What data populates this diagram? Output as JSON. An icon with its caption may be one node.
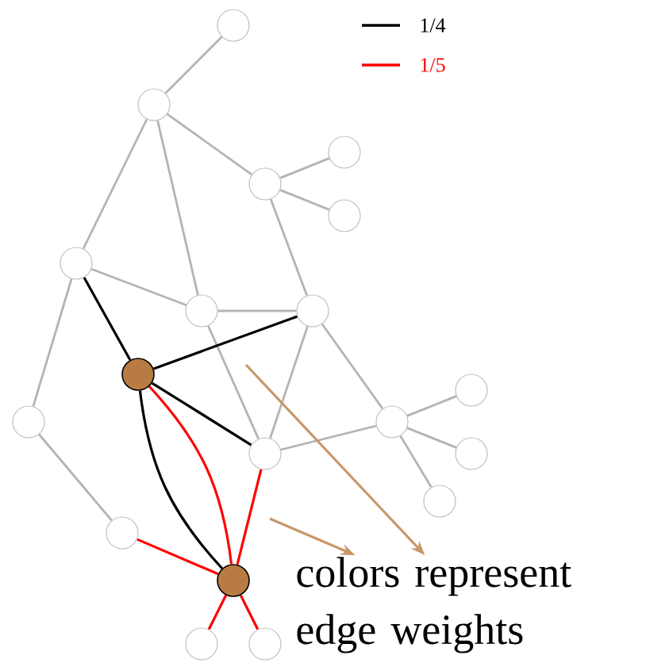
{
  "diagram": {
    "nodes": [
      {
        "text": [],
        "shape": "circle"
      },
      {
        "text": [],
        "shape": "circle"
      },
      {
        "text": [],
        "shape": "circle"
      },
      {
        "text": [],
        "shape": "circle"
      },
      {
        "text": [],
        "shape": "circle"
      },
      {
        "text": [],
        "shape": "circle"
      },
      {
        "text": [],
        "shape": "circle"
      },
      {
        "text": [],
        "shape": "circle"
      },
      {
        "text": [],
        "shape": "circle"
      },
      {
        "text": [],
        "shape": "circle"
      },
      {
        "text": [],
        "shape": "circle"
      },
      {
        "text": [],
        "shape": "circle"
      },
      {
        "text": [],
        "shape": "circle"
      },
      {
        "text": [],
        "shape": "circle"
      },
      {
        "text": [],
        "shape": "circle"
      },
      {
        "text": [],
        "shape": "circle"
      },
      {
        "text": [],
        "shape": "circle"
      },
      {
        "text": [],
        "shape": "circle"
      },
      {
        "text": [],
        "shape": "circle"
      },
      {
        "text": [
          "colors represent edge weights"
        ]
      }
    ],
    "edges": [
      {
        "from": 0,
        "to": 1,
        "arrow": "none"
      },
      {
        "from": 1,
        "to": 5,
        "arrow": "none"
      },
      {
        "from": 1,
        "to": 6,
        "arrow": "none"
      },
      {
        "from": 1,
        "to": 2,
        "arrow": "none"
      },
      {
        "from": 2,
        "to": 3,
        "arrow": "none"
      },
      {
        "from": 2,
        "to": 4,
        "arrow": "none"
      },
      {
        "from": 2,
        "to": 7,
        "arrow": "none"
      },
      {
        "from": 5,
        "to": 6,
        "arrow": "none"
      },
      {
        "from": 5,
        "to": 9,
        "arrow": "none"
      },
      {
        "from": 6,
        "to": 7,
        "arrow": "none"
      },
      {
        "from": 6,
        "to": 13,
        "arrow": "none"
      },
      {
        "from": 7,
        "to": 13,
        "arrow": "none"
      },
      {
        "from": 7,
        "to": 10,
        "arrow": "none"
      },
      {
        "from": 13,
        "to": 10,
        "arrow": "none"
      },
      {
        "from": 10,
        "to": 11,
        "arrow": "none"
      },
      {
        "from": 10,
        "to": 12,
        "arrow": "none"
      },
      {
        "from": 10,
        "to": 14,
        "arrow": "none"
      },
      {
        "from": 9,
        "to": 15,
        "arrow": "none"
      },
      {
        "from": 5,
        "to": 8,
        "arrow": "none",
        "color": "#000000"
      },
      {
        "from": 8,
        "to": 7,
        "arrow": "none",
        "color": "#000000"
      },
      {
        "from": 8,
        "to": 13,
        "arrow": "none",
        "color": "#000000"
      },
      {
        "from": 8,
        "to": 16,
        "arrow": "none",
        "color": "#000000"
      },
      {
        "from": 8,
        "to": 16,
        "arrow": "none",
        "color": "#ff0000"
      },
      {
        "from": 13,
        "to": 16,
        "arrow": "none",
        "color": "#ff0000"
      },
      {
        "from": 15,
        "to": 16,
        "arrow": "none",
        "color": "#ff0000"
      },
      {
        "from": 16,
        "to": 17,
        "arrow": "none",
        "color": "#ff0000"
      },
      {
        "from": 16,
        "to": 18,
        "arrow": "none",
        "color": "#ff0000"
      },
      {
        "from": null,
        "to": 19,
        "arrow": "to",
        "color": "#c8976a"
      },
      {
        "from": null,
        "to": 19,
        "arrow": "to",
        "color": "#c8976a"
      }
    ],
    "legend": [
      {
        "text": "1/4",
        "color": "#000000"
      },
      {
        "text": "1/5",
        "color": "#ff0000"
      }
    ]
  }
}
